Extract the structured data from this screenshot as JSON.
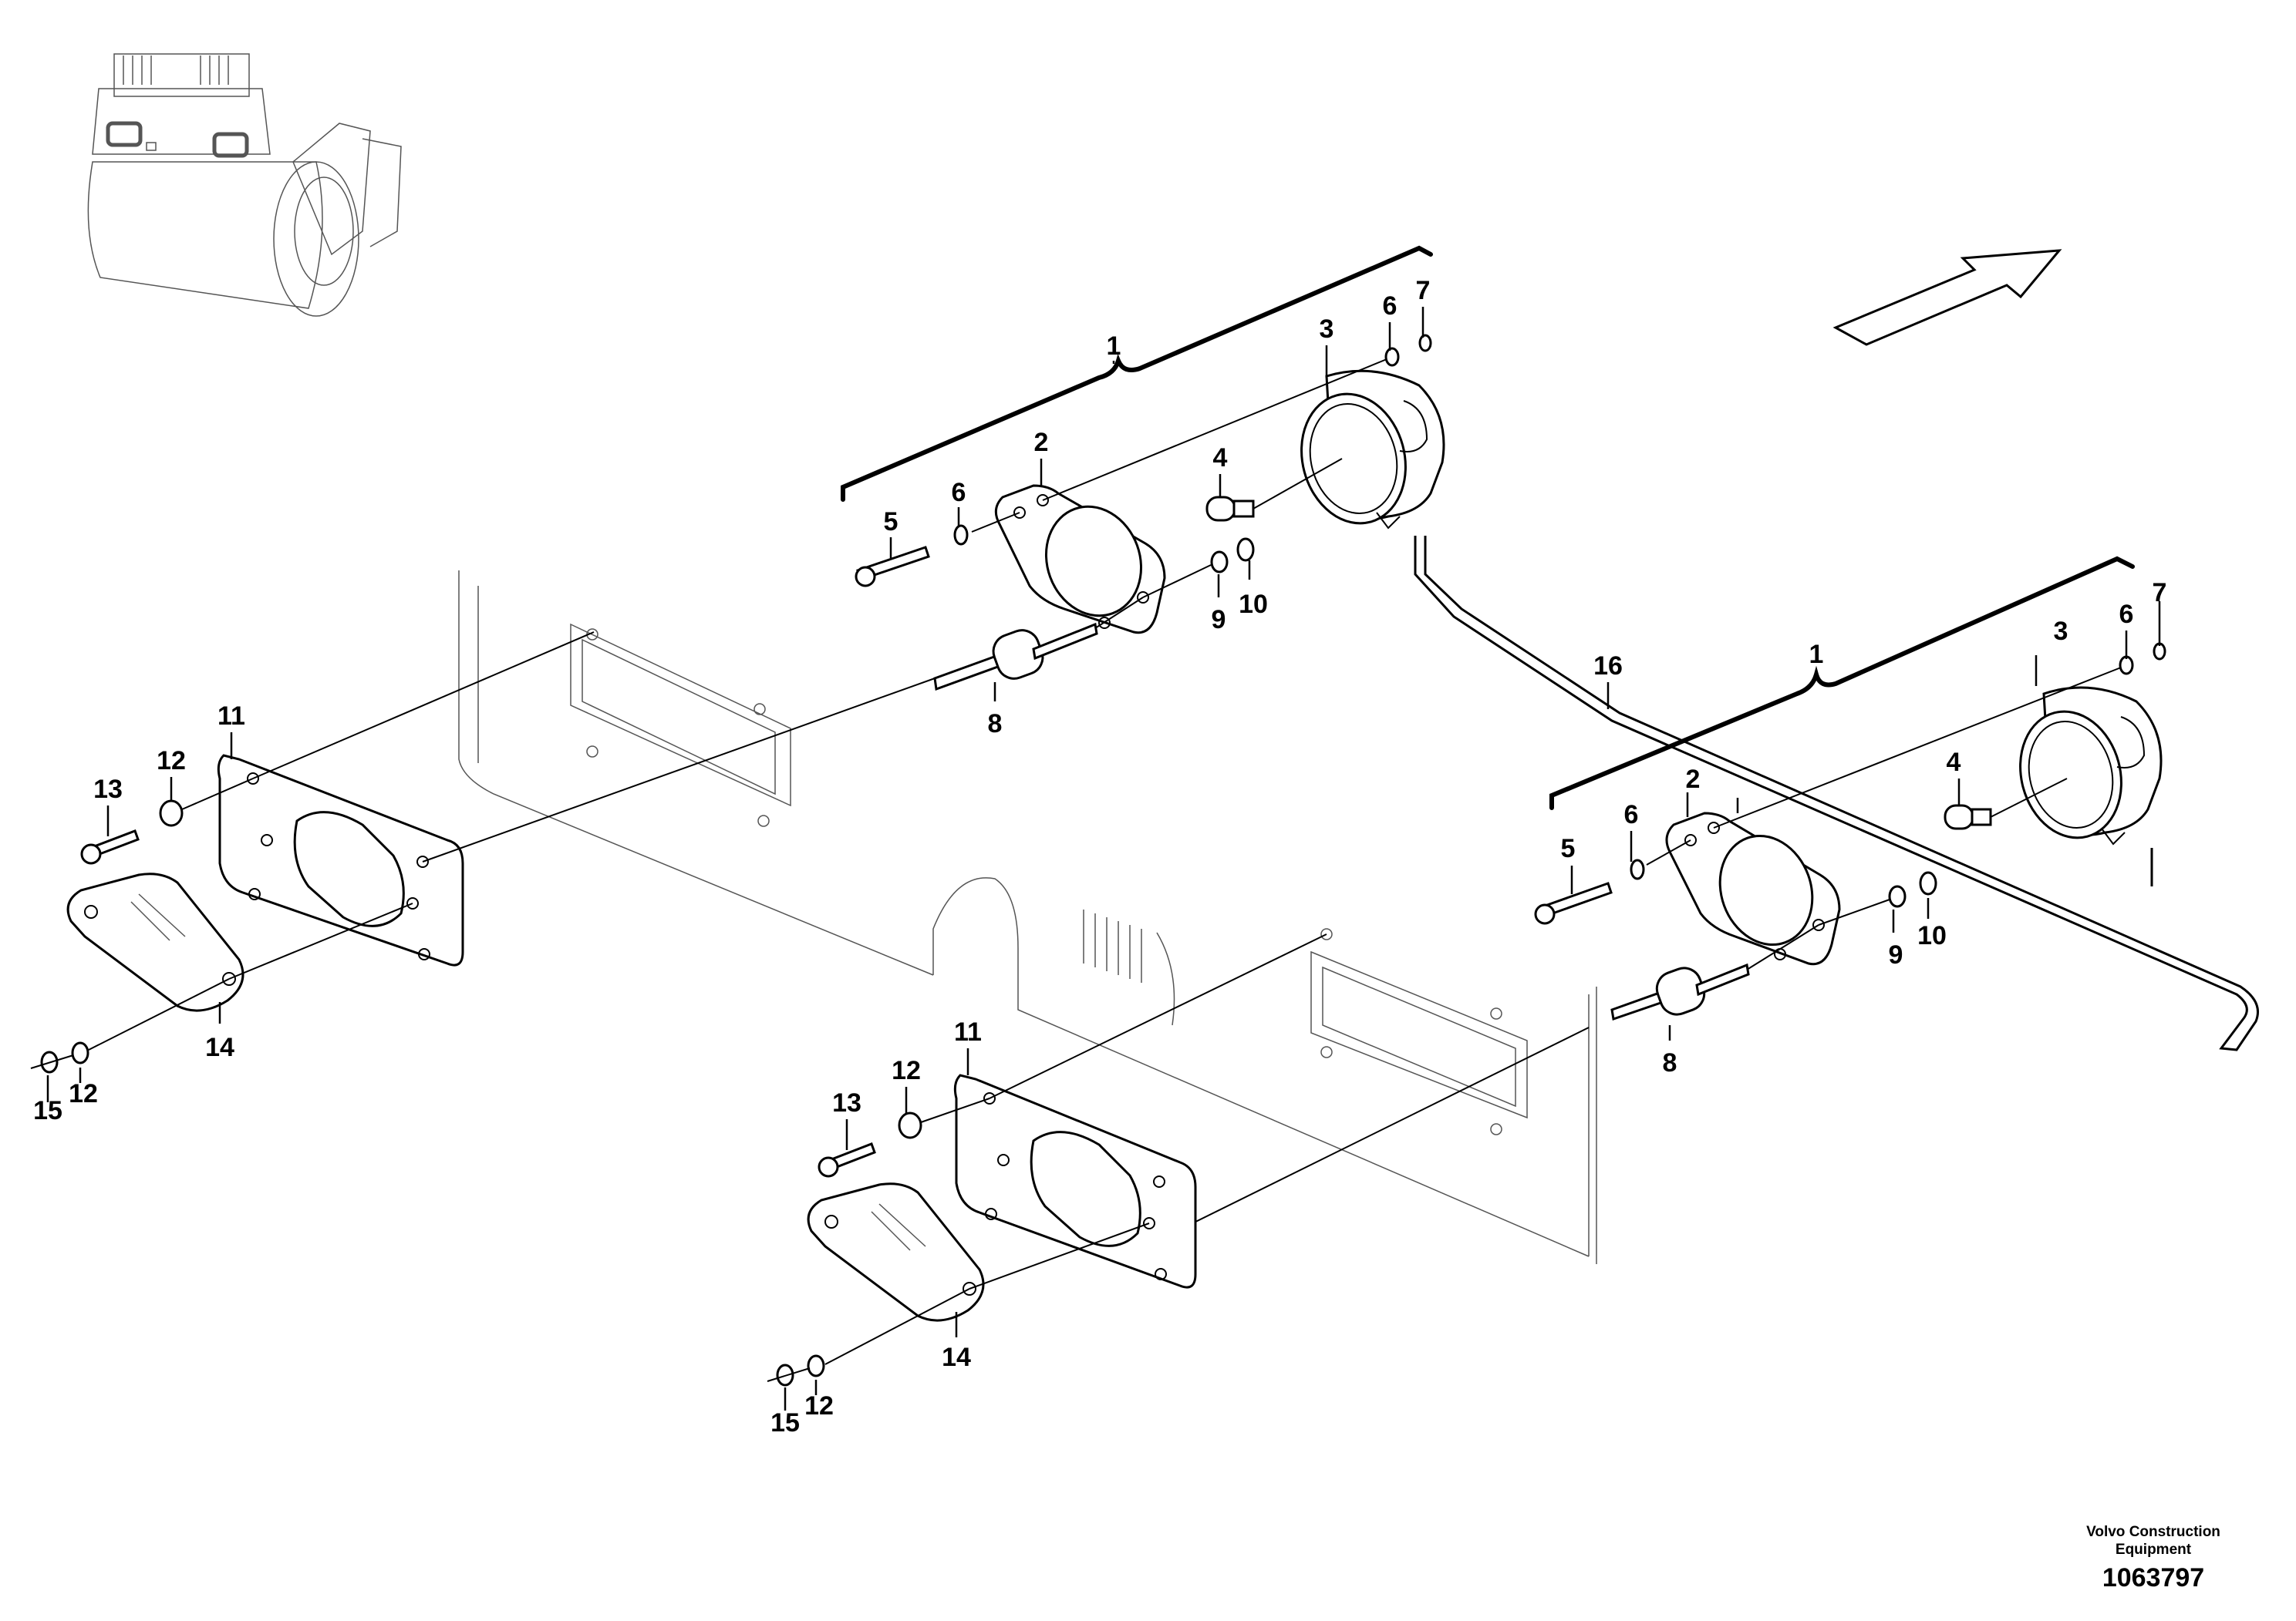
{
  "callouts": {
    "a1": "1",
    "a2": "2",
    "a3": "3",
    "a4": "4",
    "a5": "5",
    "a6a": "6",
    "a6b": "6",
    "a7": "7",
    "a8": "8",
    "a9": "9",
    "a10": "10",
    "b1": "1",
    "b2": "2",
    "b3": "3",
    "b4": "4",
    "b5": "5",
    "b6a": "6",
    "b6b": "6",
    "b7": "7",
    "b8": "8",
    "b9": "9",
    "b10": "10",
    "c11": "11",
    "c12a": "12",
    "c12b": "12",
    "c13": "13",
    "c14": "14",
    "c15": "15",
    "d11": "11",
    "d12a": "12",
    "d12b": "12",
    "d13": "13",
    "d14": "14",
    "d15": "15",
    "e16": "16"
  },
  "footer": {
    "org": "Volvo Construction Equipment",
    "drawing_number": "1063797"
  },
  "icons": {
    "direction_arrow": "outline-arrow-icon",
    "thumbnail": "machine-overview-icon"
  }
}
